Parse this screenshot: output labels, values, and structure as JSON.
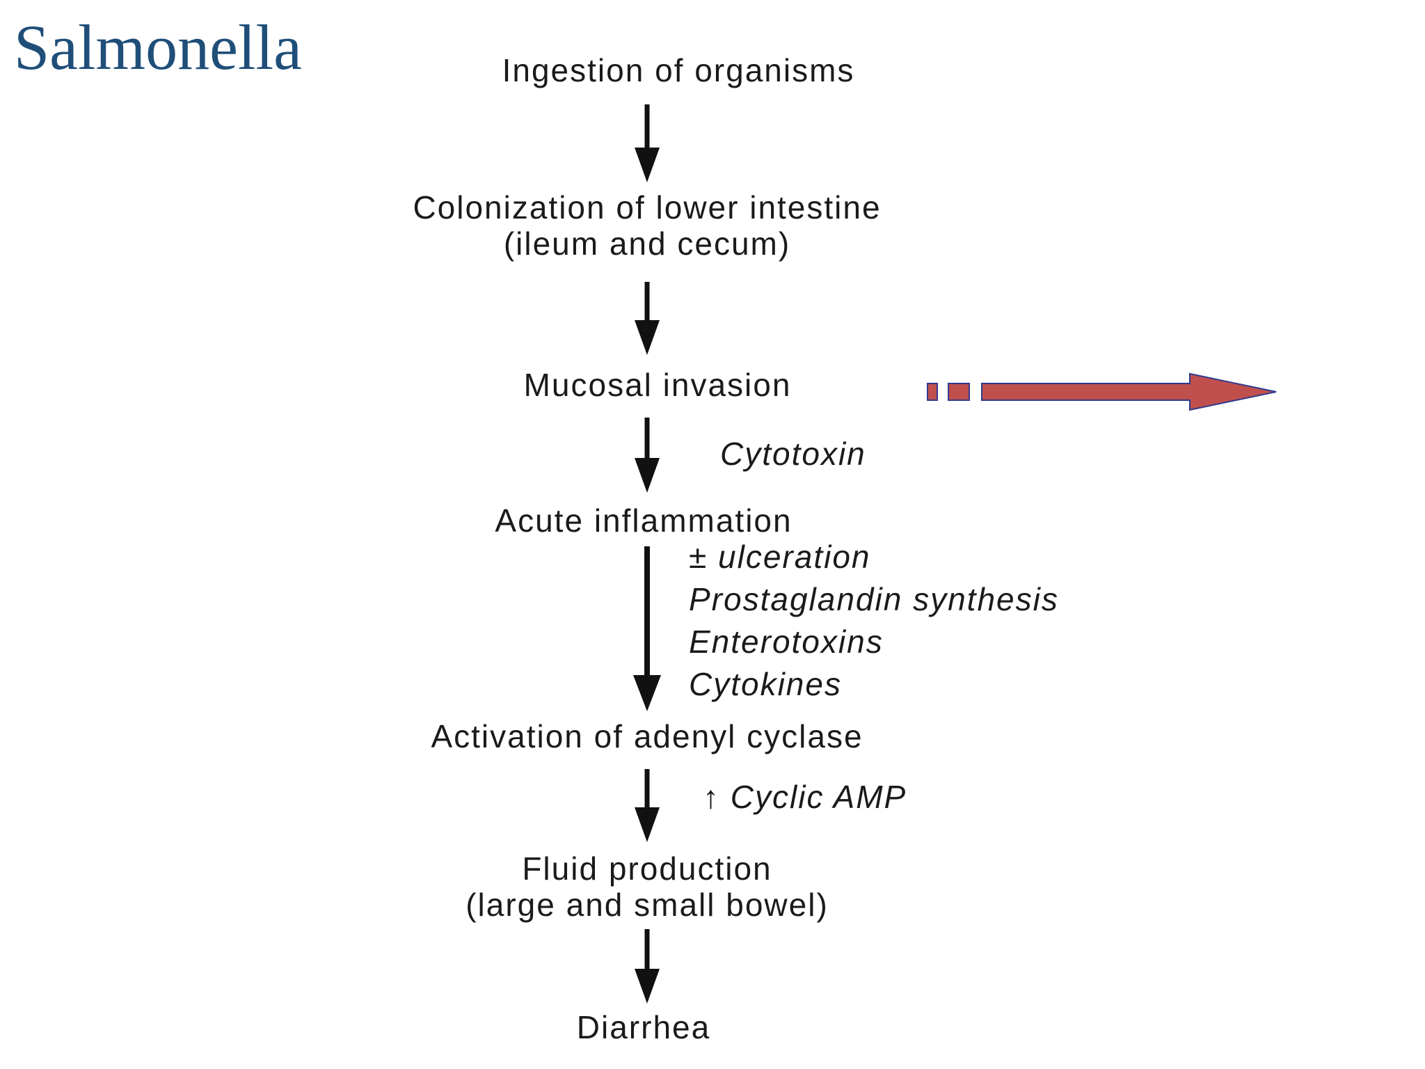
{
  "title": "Salmonella",
  "steps": [
    {
      "lines": [
        "Ingestion of organisms"
      ]
    },
    {
      "lines": [
        "Colonization of lower intestine",
        "(ileum and cecum)"
      ]
    },
    {
      "lines": [
        "Mucosal invasion"
      ]
    },
    {
      "lines": [
        "Acute inflammation"
      ]
    },
    {
      "lines": [
        "Activation of adenyl cyclase"
      ]
    },
    {
      "lines": [
        "Fluid production",
        "(large and small bowel)"
      ]
    },
    {
      "lines": [
        "Diarrhea"
      ]
    }
  ],
  "notes": {
    "cytotoxin": "Cytotoxin",
    "inflammation_mediators": [
      "± ulceration",
      "Prostaglandin synthesis",
      "Enterotoxins",
      "Cytokines"
    ],
    "cyclic_amp": "↑ Cyclic AMP"
  },
  "colors": {
    "title": "#1f4e79",
    "arrow": "#111111",
    "pointer_fill": "#c0504d",
    "pointer_stroke": "#2e3a8c"
  }
}
